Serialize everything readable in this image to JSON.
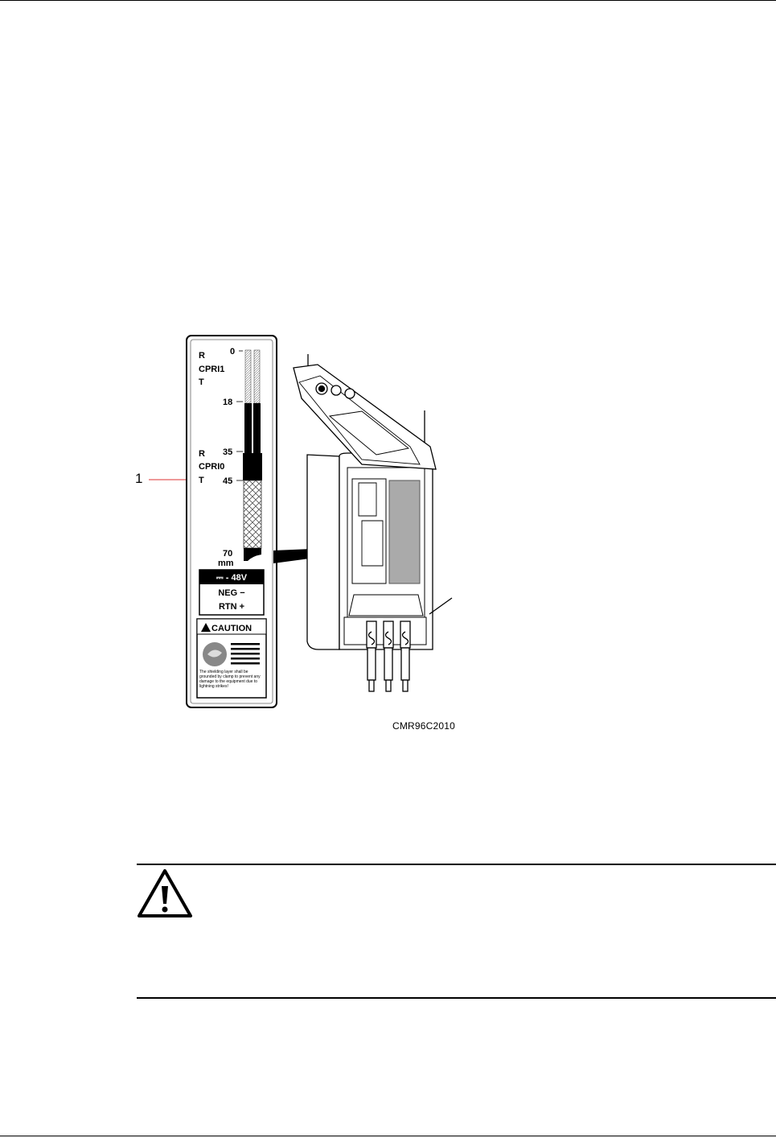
{
  "figure": {
    "callout": "1",
    "figure_id": "CMR96C2010",
    "label_panel": {
      "row_r1": "R",
      "row_cpri1": "CPRI1",
      "row_t1": "T",
      "row_r0": "R",
      "row_cpri0": "CPRI0",
      "row_t0": "T",
      "scale": [
        "0",
        "18",
        "35",
        "45",
        "70"
      ],
      "unit": "mm",
      "voltage": "⎓ - 48V",
      "neg": "NEG −",
      "rtn": "RTN +",
      "caution": "CAUTION",
      "caution_note": "The shielding layer shall be grounded by clamp to prevent any damage to the equipment due to lightning strikes!"
    }
  },
  "caution_block": {
    "icon": "warning-triangle-icon"
  }
}
